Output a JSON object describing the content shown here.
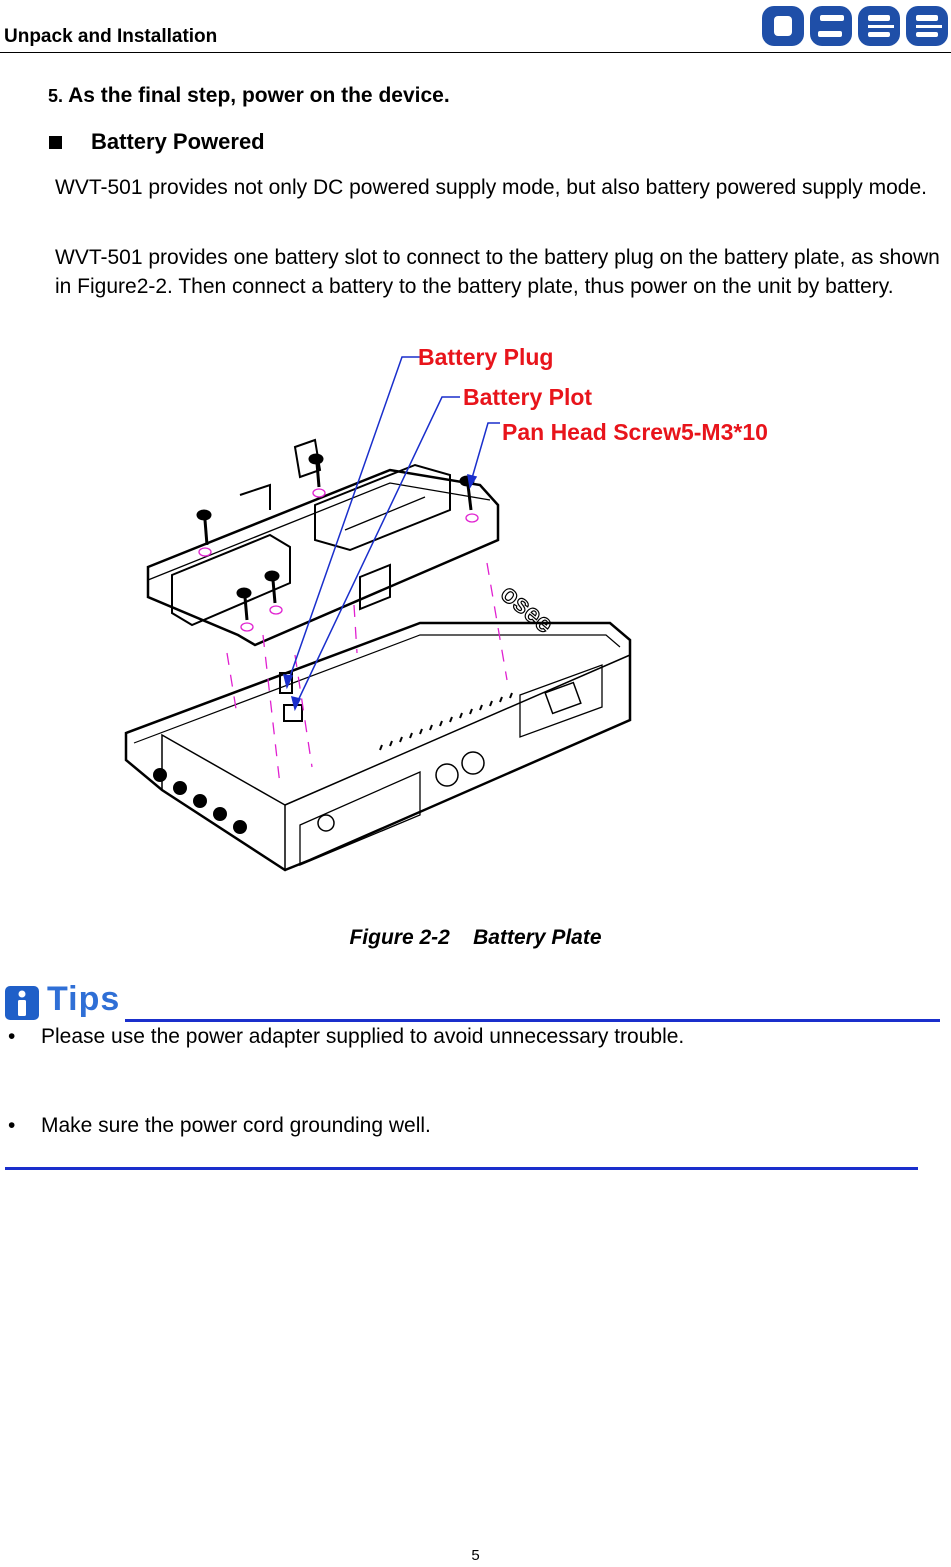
{
  "header": {
    "title": "Unpack and Installation",
    "logo_text": "osee",
    "logo_color": "#1f4fa8"
  },
  "step": {
    "number": "5.",
    "text": "As the final step, power on the device."
  },
  "section": {
    "title": "Battery Powered"
  },
  "paragraphs": [
    "WVT-501 provides not only DC powered supply mode, but also battery powered supply mode.",
    "WVT-501 provides one battery slot to connect to the battery plug on the battery plate, as shown in Figure2-2. Then connect a battery to the battery plate, thus power on the unit by battery."
  ],
  "figure": {
    "callouts": [
      "Battery Plug",
      "Battery Plot",
      "Pan Head Screw5-M3*10"
    ],
    "callout_color": "#e8141b",
    "leader_color": "#1a2fcc",
    "device_logo": "osee",
    "caption": "Figure 2-2    Battery Plate"
  },
  "tips": {
    "label": "Tips",
    "icon": "info-icon",
    "items": [
      "Please use the power adapter supplied to avoid unnecessary trouble.",
      "Make sure the power cord grounding well."
    ],
    "bullet": "•",
    "rule_color": "#1a2fcc"
  },
  "footer": {
    "page_number": "5"
  }
}
